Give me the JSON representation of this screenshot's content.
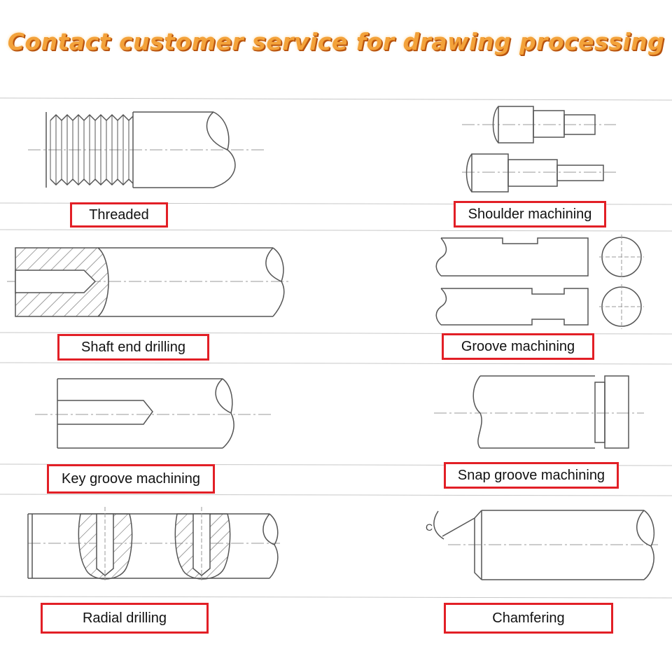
{
  "banner": "Contact customer service for drawing processing",
  "labels": {
    "threaded": "Threaded",
    "shoulder": "Shoulder machining",
    "shaft_end": "Shaft end drilling",
    "groove": "Groove machining",
    "key_groove": "Key groove machining",
    "snap_groove": "Snap groove machining",
    "radial": "Radial drilling",
    "chamfering": "Chamfering"
  },
  "chamfer_mark": "C",
  "colors": {
    "label_border": "#e21f26",
    "banner_fill": "#f3a23a",
    "line": "#555555"
  }
}
